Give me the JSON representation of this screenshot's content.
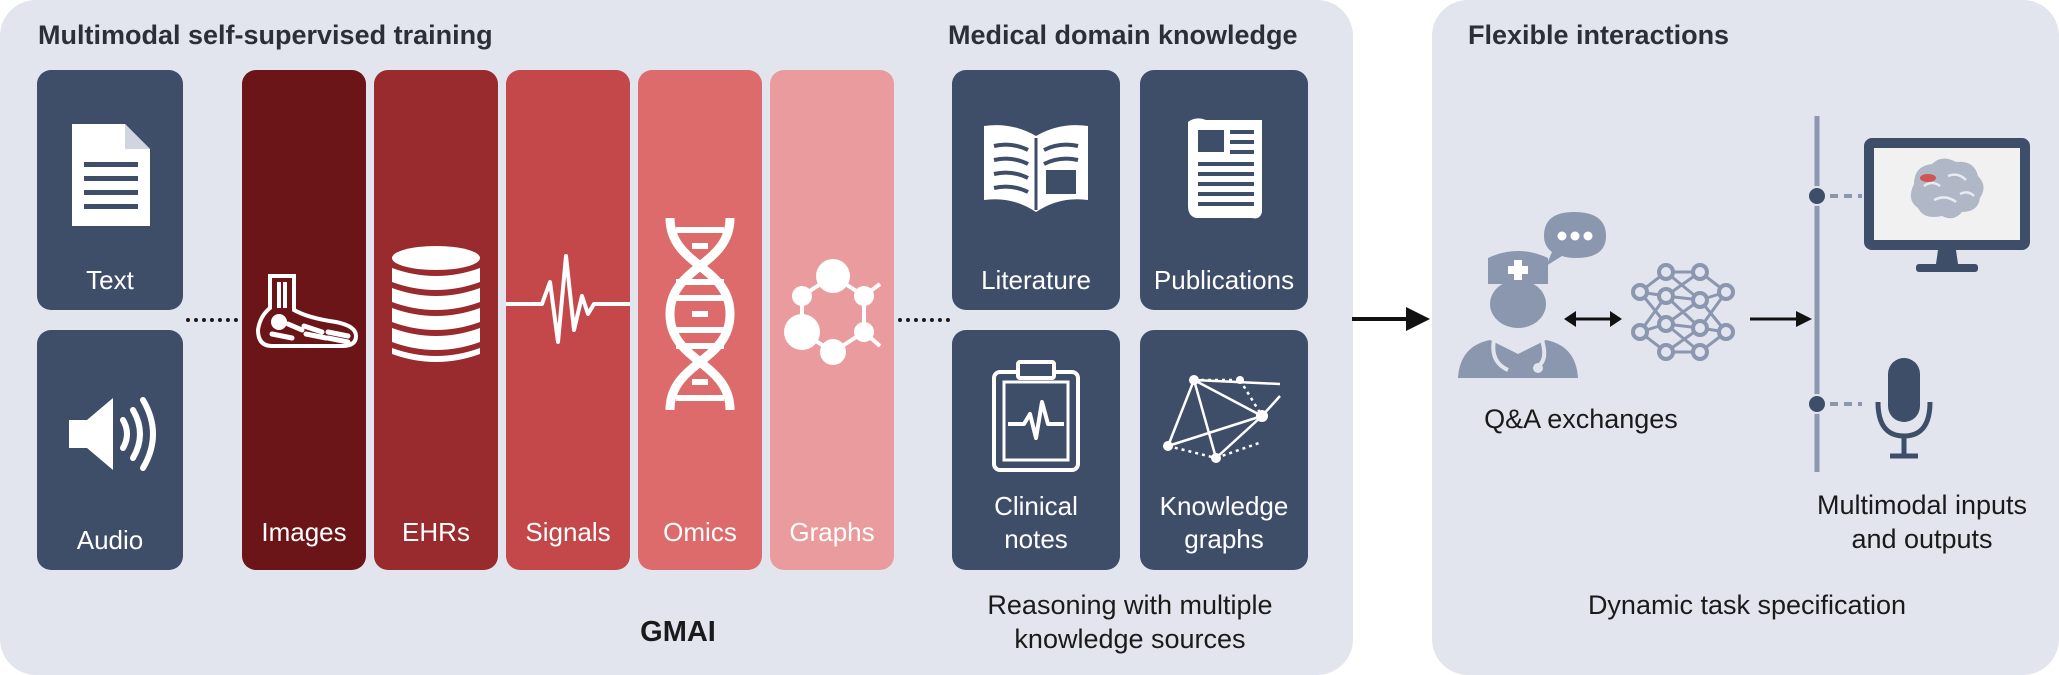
{
  "left_panel": {
    "title": "Multimodal self-supervised training",
    "modalities": [
      {
        "label": "Text",
        "icon": "document-icon"
      },
      {
        "label": "Audio",
        "icon": "speaker-icon"
      }
    ],
    "strips": [
      {
        "label": "Images",
        "icon": "foot-xray-icon",
        "color": "#6b1519"
      },
      {
        "label": "EHRs",
        "icon": "database-icon",
        "color": "#992a2d"
      },
      {
        "label": "Signals",
        "icon": "waveform-icon",
        "color": "#c4474a"
      },
      {
        "label": "Omics",
        "icon": "dna-icon",
        "color": "#dd6b6b"
      },
      {
        "label": "Graphs",
        "icon": "molecule-graph-icon",
        "color": "#ea9b9d"
      }
    ],
    "center_label": "GMAI"
  },
  "knowledge": {
    "title": "Medical domain knowledge",
    "sources": [
      {
        "label": "Literature",
        "icon": "open-book-icon"
      },
      {
        "label": "Publications",
        "icon": "newspaper-icon"
      },
      {
        "label": "Clinical notes",
        "line1": "Clinical",
        "line2": "notes",
        "icon": "clipboard-icon"
      },
      {
        "label": "Knowledge graphs",
        "line1": "Knowledge",
        "line2": "graphs",
        "icon": "network-icon"
      }
    ],
    "caption_line1": "Reasoning with multiple",
    "caption_line2": "knowledge sources"
  },
  "right_panel": {
    "title": "Flexible interactions",
    "qa_label": "Q&A exchanges",
    "io_line1": "Multimodal inputs",
    "io_line2": "and outputs",
    "caption": "Dynamic task specification"
  },
  "colors": {
    "panel_bg": "#e2e4ee",
    "navy_card": "#3e4e69",
    "icon_gray": "#8b97ae"
  }
}
